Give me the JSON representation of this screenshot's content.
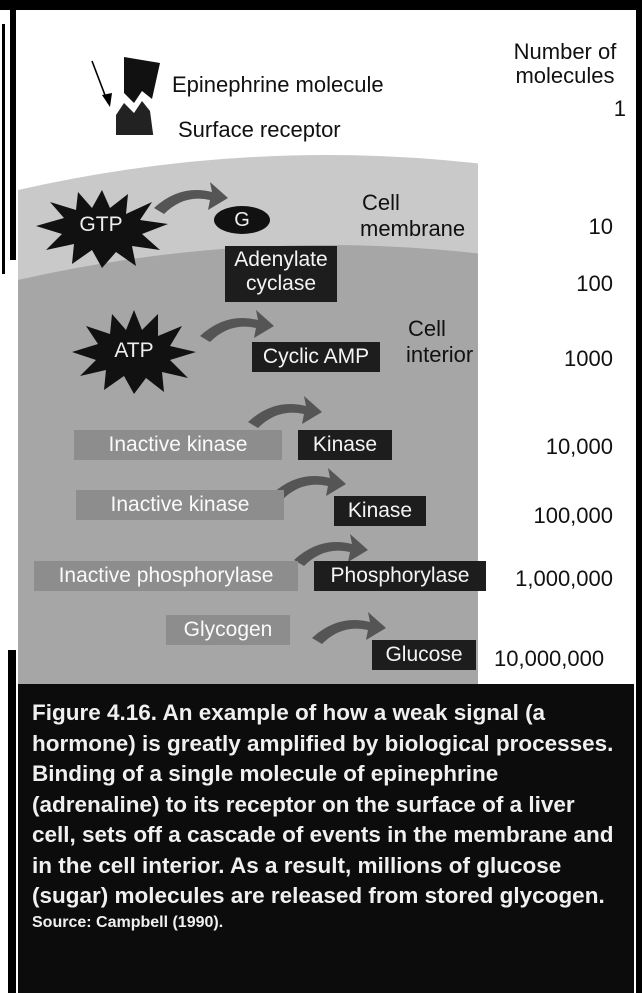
{
  "header": {
    "number_label": "Number of molecules",
    "first_count": "1"
  },
  "top_labels": {
    "epinephrine": "Epinephrine molecule",
    "receptor": "Surface receptor"
  },
  "region_labels": {
    "membrane": "Cell membrane",
    "interior": "Cell interior"
  },
  "molecules": {
    "gtp": "GTP",
    "g": "G",
    "adenylate": "Adenylate cyclase",
    "atp": "ATP",
    "camp": "Cyclic AMP",
    "inactive_kinase_1": "Inactive kinase",
    "kinase_1": "Kinase",
    "inactive_kinase_2": "Inactive kinase",
    "kinase_2": "Kinase",
    "inactive_phosphorylase": "Inactive phosphorylase",
    "phosphorylase": "Phosphorylase",
    "glycogen": "Glycogen",
    "glucose": "Glucose"
  },
  "counts": [
    "10",
    "100",
    "1000",
    "10,000",
    "100,000",
    "1,000,000",
    "10,000,000"
  ],
  "caption": {
    "text": "Figure 4.16. An example of how a weak signal (a hormone) is greatly amplified by biological processes. Binding of a single molecule of epinephrine (adrenaline) to its receptor on the surface of a liver cell, sets off a cascade of events in the membrane and in the cell interior. As a result, millions of glucose (sugar) molecules are released from stored glycogen.",
    "source": "Source: Campbell (1990)."
  },
  "colors": {
    "membrane": "#c9c9c9",
    "interior": "#a6a6a6",
    "dark_box": "#1d1d1d",
    "inactive_box": "#8d8d8d",
    "arrow": "#555555"
  }
}
